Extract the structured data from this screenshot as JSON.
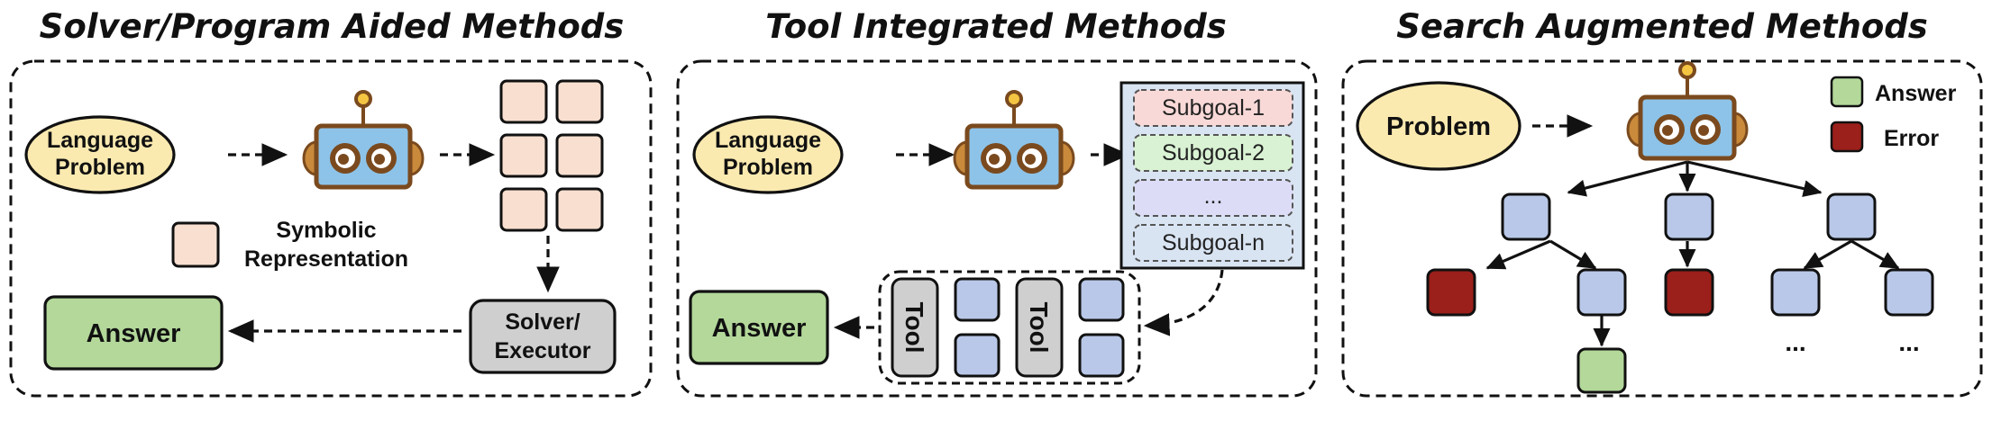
{
  "panels": {
    "solver": {
      "title": "Solver/Program Aided Methods",
      "input_line1": "Language",
      "input_line2": "Problem",
      "legend_line1": "Symbolic",
      "legend_line2": "Representation",
      "executor_line1": "Solver/",
      "executor_line2": "Executor",
      "answer": "Answer"
    },
    "tool": {
      "title": "Tool Integrated Methods",
      "input_line1": "Language",
      "input_line2": "Problem",
      "subgoals": [
        "Subgoal-1",
        "Subgoal-2",
        "...",
        "Subgoal-n"
      ],
      "tools": [
        "Tool",
        "Tool"
      ],
      "answer": "Answer"
    },
    "search": {
      "title": "Search Augmented Methods",
      "input": "Problem",
      "legend_answer": "Answer",
      "legend_error": "Error",
      "ellipsis": [
        "...",
        "..."
      ]
    }
  },
  "colors": {
    "problem_fill": "#fbeab0",
    "answer_fill": "#b3d89a",
    "error_fill": "#9b1f1a",
    "node_fill": "#b9c8e8",
    "symbol_fill": "#f8dfcf",
    "executor_fill": "#cfcfcf",
    "robot_body": "#8dc3e8",
    "robot_frame": "#7a4a1e",
    "subgoal_panel": "#d9e4f3"
  }
}
